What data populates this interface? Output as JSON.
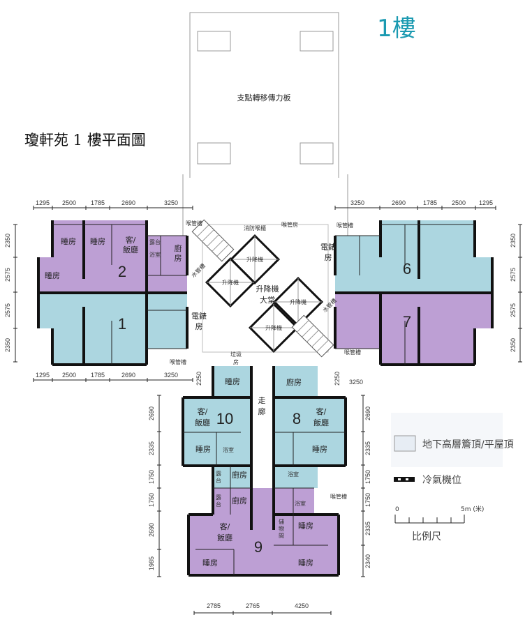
{
  "header": {
    "floor_tag": "1樓",
    "plan_title": "瓊軒苑 1 樓平面圖",
    "transfer_plate": "支點轉移傳力板"
  },
  "colors": {
    "floor_tag": "#1b9ab1",
    "unit_purple": "#bd9fd4",
    "unit_blue": "#acd6e0",
    "roof_legend": "#e7edf4"
  },
  "units": {
    "u1": "1",
    "u2": "2",
    "u6": "6",
    "u7": "7",
    "u8": "8",
    "u9": "9",
    "u10": "10"
  },
  "core": {
    "lift": "升降機",
    "lobby_1": "升降機",
    "lobby_2": "大堂",
    "corridor_1": "走",
    "corridor_2": "廊",
    "hose_reel": "消防喉櫃",
    "pipe_room": "喉管房",
    "pipe_duct": "喉管槽",
    "meter_room_1": "電錶",
    "meter_room_2": "房",
    "refuse_1": "垃圾",
    "refuse_2": "房",
    "water_duct": "水管槽"
  },
  "rooms": {
    "bedroom": "睡房",
    "living_1": "客/",
    "living_2": "飯廳",
    "balcony": "露台",
    "balcony_v1": "露",
    "balcony_v2": "台",
    "bathroom": "浴室",
    "kitchen": "廚房",
    "kitchen_v1": "廚",
    "kitchen_v2": "房",
    "store_1": "儲",
    "store_2": "物",
    "store_3": "間"
  },
  "dimensions": {
    "top_left": [
      "1295",
      "2500",
      "1785",
      "2690",
      "3250"
    ],
    "top_right": [
      "3250",
      "2690",
      "1785",
      "2500",
      "1295"
    ],
    "mid_left": [
      "1295",
      "2500",
      "1785",
      "2690",
      "3250"
    ],
    "mid_right_vertical": "2250",
    "mid_left_vertical": "2250",
    "mid_right": "3250",
    "side": [
      "2350",
      "2575",
      "2575",
      "2350"
    ],
    "lower_left": [
      "2690",
      "2335",
      "1750",
      "1750",
      "2690",
      "1985"
    ],
    "lower_right": [
      "2690",
      "2335",
      "1750",
      "1750",
      "2335",
      "2340"
    ],
    "bottom": [
      "2785",
      "2765",
      "4250"
    ]
  },
  "legend": {
    "roof": "地下高層簷頂/平屋頂",
    "ac": "冷氣機位",
    "scale_zero": "0",
    "scale_end": "5m (米)",
    "scale_title": "比例尺"
  }
}
